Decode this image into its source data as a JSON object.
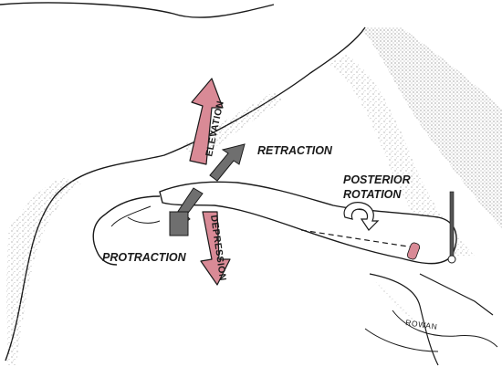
{
  "labels": {
    "elevation": "ELEVATION",
    "retraction": "RETRACTION",
    "posterior_rotation_line1": "POSTERIOR",
    "posterior_rotation_line2": "ROTATION",
    "protraction": "PROTRACTION",
    "depression": "DEPRESSION",
    "signature": "ROWAN"
  },
  "colors": {
    "elevation_arrow": "#d98a96",
    "depression_arrow": "#d98a96",
    "retraction_arrow": "#6f6f6f",
    "protraction_arrow": "#6f6f6f",
    "outline": "#1a1a1a",
    "stipple": "#8a8a8a"
  },
  "icons": {
    "posterior_rotation": "curved-rotation-arrow-icon",
    "sternal_pin": "pin-icon"
  }
}
